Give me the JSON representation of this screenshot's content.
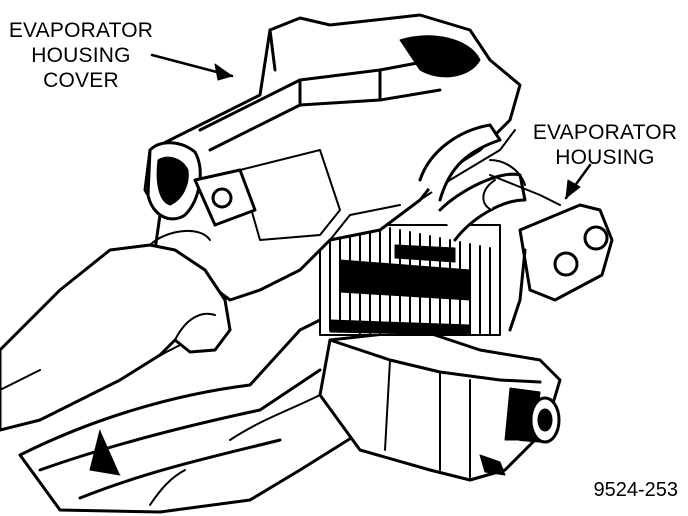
{
  "labels": {
    "cover": [
      "EVAPORATOR",
      "HOUSING",
      "COVER"
    ],
    "housing": [
      "EVAPORATOR",
      "HOUSING"
    ]
  },
  "figure_number": "9524-253",
  "colors": {
    "ink": "#000000",
    "paper": "#ffffff"
  }
}
